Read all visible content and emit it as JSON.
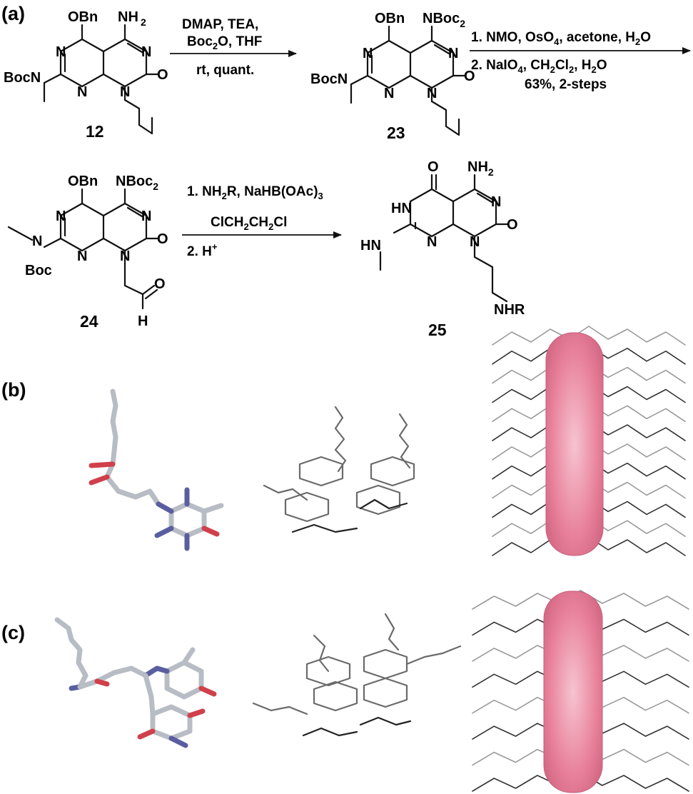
{
  "panels": {
    "a": "(a)",
    "b": "(b)",
    "c": "(c)"
  },
  "compounds": {
    "c12": "12",
    "c23": "23",
    "c24": "24",
    "c25": "25"
  },
  "step1": {
    "line1": "DMAP, TEA,",
    "line2_pre": "Boc",
    "line2_sub": "2",
    "line2_post": "O, THF",
    "line3": "rt, quant."
  },
  "step2": {
    "line1_pre": "1. NMO, OsO",
    "line1_sub": "4",
    "line1_mid": ", acetone, H",
    "line1_sub2": "2",
    "line1_post": "O",
    "line2_pre": "2. NaIO",
    "line2_sub": "4",
    "line2_mid": ", CH",
    "line2_sub2": "2",
    "line2_mid2": "Cl",
    "line2_sub3": "2",
    "line2_post": ", H",
    "line2_sub4": "2",
    "line2_end": "O",
    "line3": "63%, 2-steps"
  },
  "step3": {
    "line1_pre": "1. NH",
    "line1_sub": "2",
    "line1_mid": "R, NaHB(OAc)",
    "line1_sub2": "3",
    "line2_pre": "ClCH",
    "line2_sub": "2",
    "line2_mid": "CH",
    "line2_sub2": "2",
    "line2_post": "Cl",
    "line3_pre": "2. H",
    "line3_sup": "+"
  },
  "labels": {
    "obn": "OBn",
    "nh2": "NH",
    "two": "2",
    "nboc2": "NBoc",
    "bocn": "BocN",
    "boc": "Boc",
    "n": "N",
    "o": "O",
    "h": "H",
    "hn": "HN",
    "nhr": "NHR"
  },
  "colors": {
    "pore": "#e8809a",
    "carbon": "#b8bcc4",
    "oxygen": "#d0404a",
    "nitrogen": "#5a5ea0"
  }
}
